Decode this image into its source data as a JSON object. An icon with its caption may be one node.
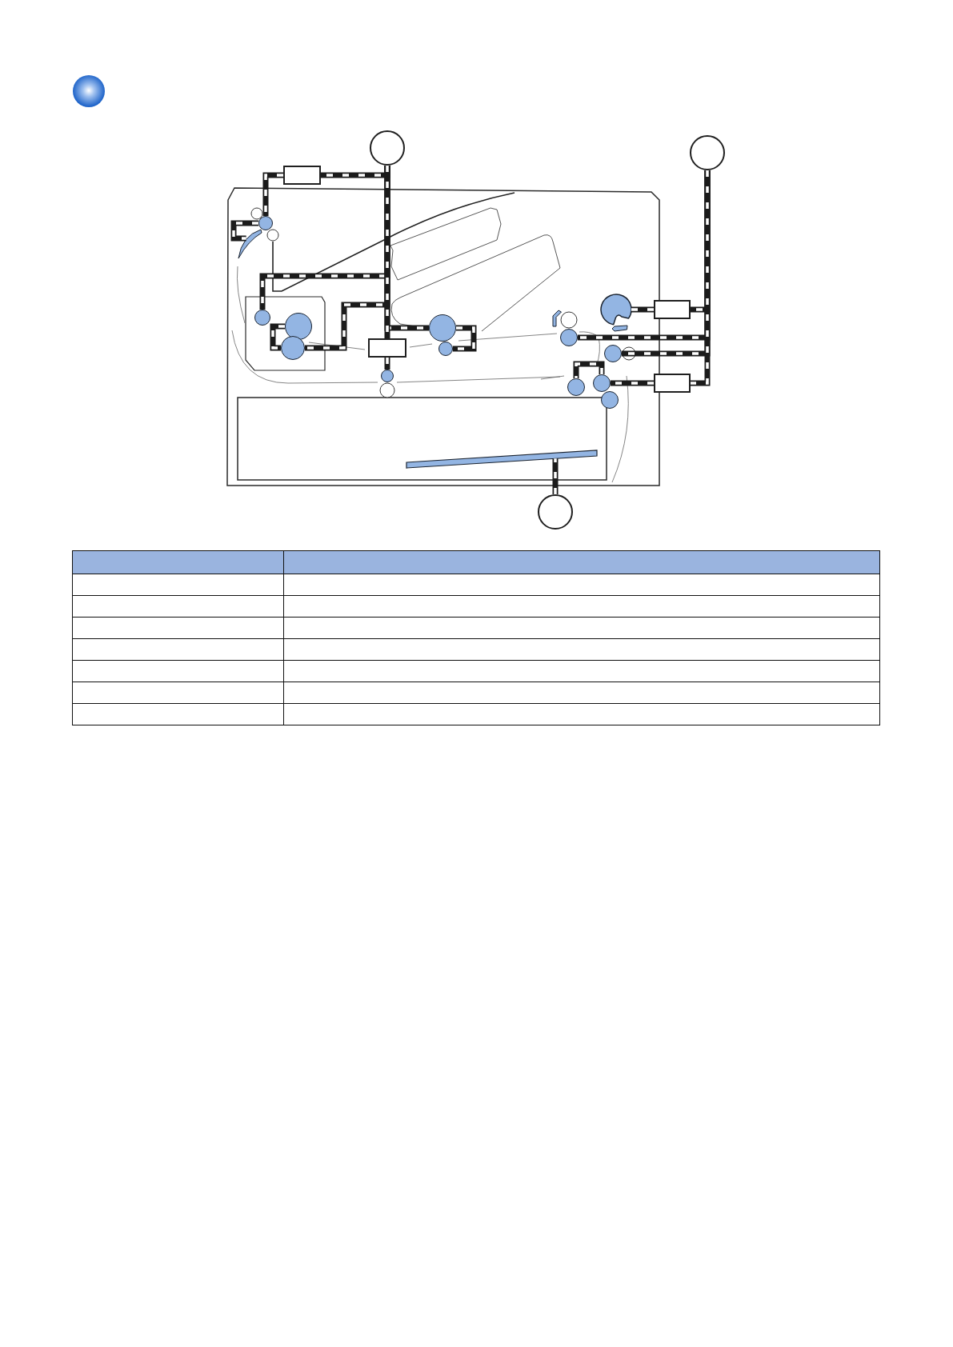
{
  "diagram": {
    "nodes": [
      {
        "text": [],
        "shape": "circle"
      },
      {
        "text": [],
        "shape": "circle"
      },
      {
        "text": [],
        "shape": "box"
      },
      {
        "text": [],
        "shape": "circle"
      },
      {
        "text": [],
        "shape": "blade"
      },
      {
        "text": [],
        "shape": "cam"
      },
      {
        "text": [],
        "shape": "box"
      },
      {
        "text": [],
        "shape": "circle"
      },
      {
        "text": [],
        "shape": "circle"
      },
      {
        "text": [],
        "shape": "circle"
      },
      {
        "text": [],
        "shape": "circle"
      },
      {
        "text": [],
        "shape": "box"
      },
      {
        "text": [],
        "shape": "circle"
      },
      {
        "text": [],
        "shape": "circle"
      },
      {
        "text": [],
        "shape": "circle"
      },
      {
        "text": [],
        "shape": "circle"
      },
      {
        "text": [],
        "shape": "box"
      },
      {
        "text": [],
        "shape": "circle"
      },
      {
        "text": [],
        "shape": "circle"
      },
      {
        "text": [],
        "shape": "circle"
      },
      {
        "text": [],
        "shape": "bar"
      },
      {
        "text": [],
        "shape": "circle"
      }
    ],
    "edges": [
      {
        "from": 0,
        "to": 2,
        "arrow": "none"
      },
      {
        "from": 0,
        "to": 7,
        "arrow": "none"
      },
      {
        "from": 0,
        "to": 12,
        "arrow": "none"
      },
      {
        "from": 0,
        "to": 9,
        "arrow": "none"
      },
      {
        "from": 0,
        "to": 11,
        "arrow": "none"
      },
      {
        "from": 2,
        "to": 3,
        "arrow": "none"
      },
      {
        "from": 3,
        "to": 4,
        "arrow": "none"
      },
      {
        "from": 8,
        "to": 12,
        "arrow": "none"
      },
      {
        "from": 9,
        "to": 13,
        "arrow": "none"
      },
      {
        "from": 11,
        "to": 15,
        "arrow": "none"
      },
      {
        "from": 1,
        "to": 6,
        "arrow": "none"
      },
      {
        "from": 1,
        "to": 10,
        "arrow": "none"
      },
      {
        "from": 1,
        "to": 14,
        "arrow": "none"
      },
      {
        "from": 1,
        "to": 16,
        "arrow": "none"
      },
      {
        "from": 6,
        "to": 5,
        "arrow": "none"
      },
      {
        "from": 16,
        "to": 17,
        "arrow": "none"
      },
      {
        "from": 17,
        "to": 18,
        "arrow": "none"
      },
      {
        "from": 21,
        "to": 20,
        "arrow": "none"
      }
    ]
  }
}
